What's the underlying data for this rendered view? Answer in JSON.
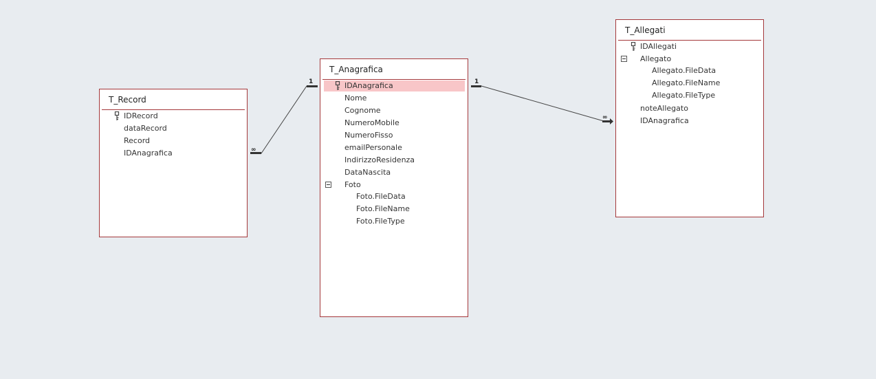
{
  "tables": {
    "record": {
      "title": "T_Record",
      "fields": [
        "IDRecord",
        "dataRecord",
        "Record",
        "IDAnagrafica"
      ]
    },
    "anagrafica": {
      "title": "T_Anagrafica",
      "fields": [
        "IDAnagrafica",
        "Nome",
        "Cognome",
        "NumeroMobile",
        "NumeroFisso",
        "emailPersonale",
        "IndirizzoResidenza",
        "DataNascita",
        "Foto",
        "Foto.FileData",
        "Foto.FileName",
        "Foto.FileType"
      ]
    },
    "allegati": {
      "title": "T_Allegati",
      "fields": [
        "IDAllegati",
        "Allegato",
        "Allegato.FileData",
        "Allegato.FileName",
        "Allegato.FileType",
        "noteAllegato",
        "IDAnagrafica"
      ]
    }
  },
  "relationships": {
    "record_anagrafica": {
      "many": "∞",
      "one": "1"
    },
    "anagrafica_allegati": {
      "one": "1",
      "many": "∞"
    }
  },
  "colors": {
    "background": "#e8ecf0",
    "table_border": "#a4373a",
    "selected_row": "#f8c6c8"
  }
}
